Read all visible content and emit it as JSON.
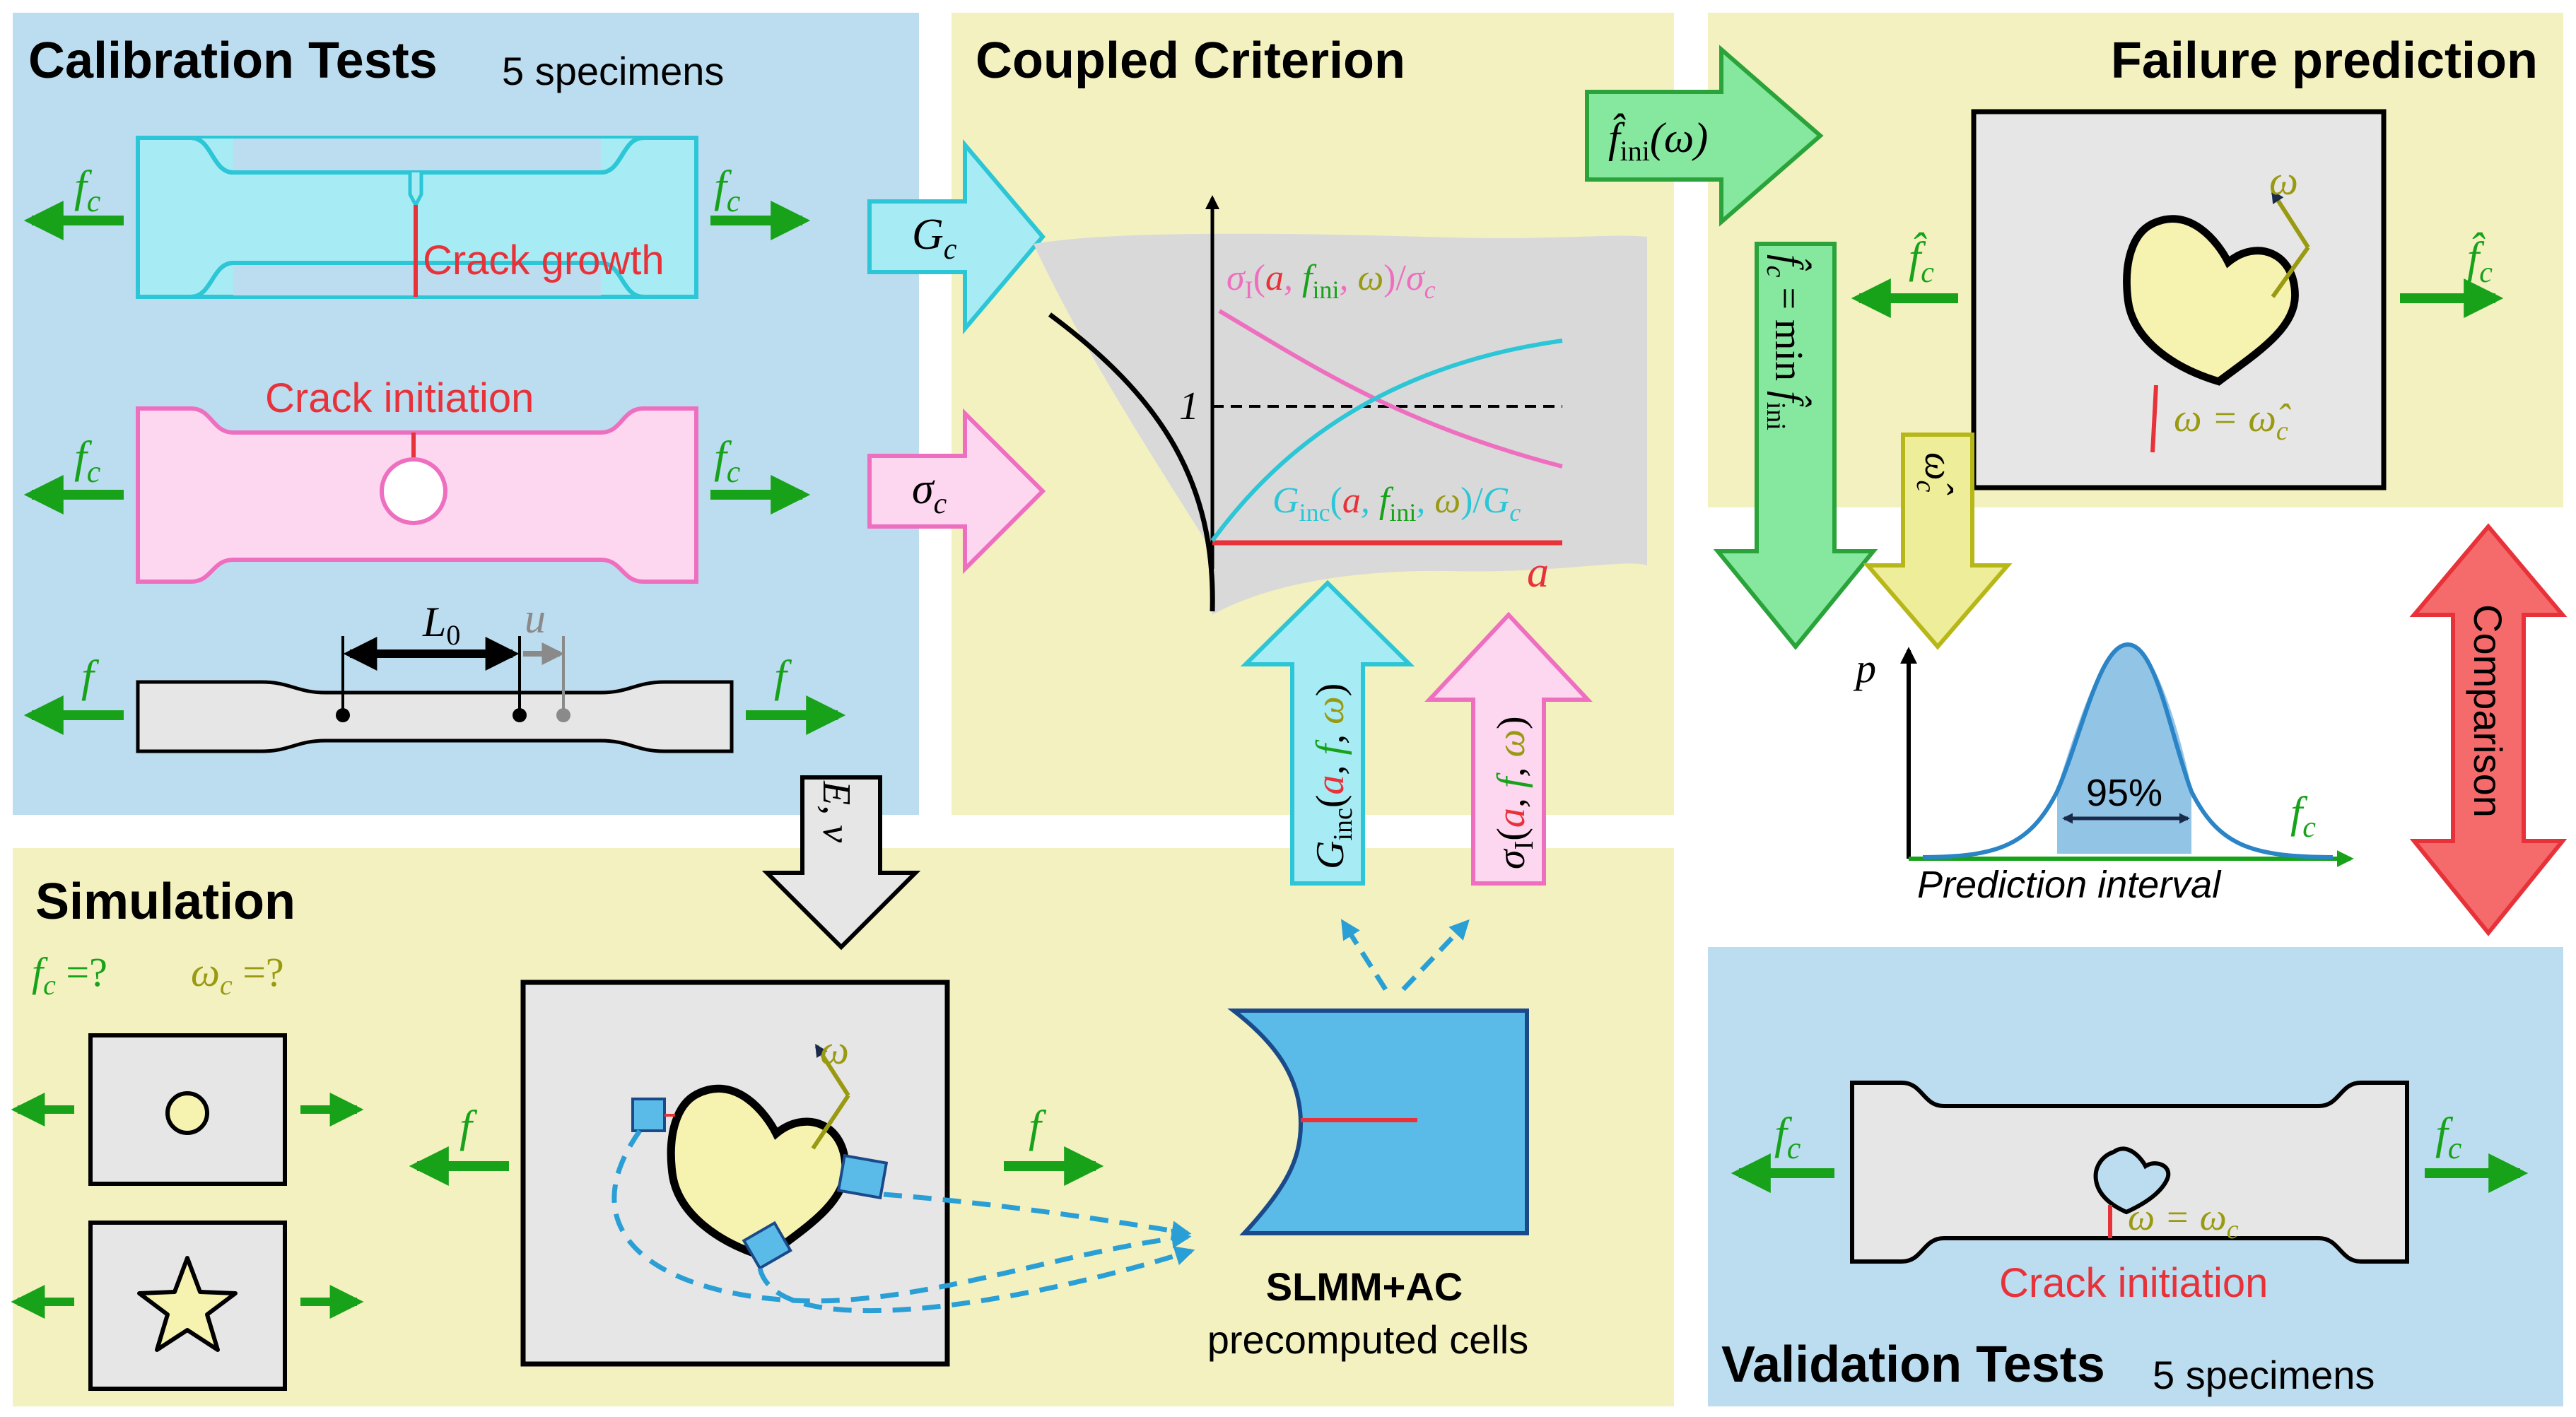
{
  "colors": {
    "blue_panel": "#bcdcef",
    "yellow_panel": "#f3f1bf",
    "cyan_fill": "#a7ecf4",
    "cyan_stroke": "#2cc6d6",
    "pink_fill": "#fdd6f0",
    "pink_stroke": "#ee6fbf",
    "green_fill": "#86e79f",
    "green_stroke": "#2aa33a",
    "olive_fill": "#eeee9a",
    "olive_stroke": "#b7b71a",
    "red": "#e8323a",
    "red_fill": "#f56b6b",
    "arrow_green": "#17a21a",
    "olive_text": "#9a9a12",
    "dash_blue": "#2a9fd6",
    "cell_blue": "#5bbbe8",
    "gray_fill": "#e6e6e6",
    "dist_fill": "#92c4e6",
    "dist_line": "#2a84c6"
  },
  "calibration": {
    "title": "Calibration Tests",
    "subtitle": "5 specimens",
    "crack_growth": "Crack growth",
    "crack_initiation": "Crack initiation",
    "force_fc": "f",
    "sub_c": "c",
    "force_f": "f",
    "L0": "L",
    "L0_sub": "0",
    "u": "u"
  },
  "coupled": {
    "title": "Coupled Criterion",
    "Gc_arrow": "G",
    "Gc_sub": "c",
    "sigma_arrow": "σ",
    "sigma_sub": "c",
    "one": "1",
    "a_label": "a",
    "curve_sigma": {
      "fn": "σ",
      "fn_sub": "I",
      "open": "(",
      "a": "a",
      "comma": ", ",
      "f": "f",
      "f_sub": "ini",
      "comma2": ", ",
      "omega": "ω",
      "close": ")",
      "divide": "/",
      "denom": "σ",
      "denom_sub": "c"
    },
    "curve_G": {
      "fn": "G",
      "fn_sub": "inc",
      "open": "(",
      "a": "a",
      "comma": ", ",
      "f": "f",
      "f_sub": "ini",
      "comma2": ", ",
      "omega": "ω",
      "close": ")",
      "divide": "/",
      "denom": "G",
      "denom_sub": "c"
    },
    "up_arrow_G": {
      "fn": "G",
      "fn_sub": "inc",
      "open": "(",
      "a": "a",
      "comma": ", ",
      "f": "f",
      "comma2": ", ",
      "omega": "ω",
      "close": ")"
    },
    "up_arrow_sigma": {
      "fn": "σ",
      "fn_sub": "I",
      "open": "(",
      "a": "a",
      "comma": ", ",
      "f": "f",
      "comma2": ", ",
      "omega": "ω",
      "close": ")"
    }
  },
  "failure": {
    "title": "Failure prediction",
    "f_ini_arrow": {
      "f": "f̂",
      "sub": "ini",
      "arg": "(ω)"
    },
    "min_arrow": {
      "lhs": "f̂",
      "lhs_sub": "c",
      "eq": " = min ",
      "rhs": "f̂",
      "rhs_sub": "ini"
    },
    "omega_hat_arrow": {
      "sym": "ω̂",
      "sub": "c"
    },
    "fc_hat": "f̂",
    "fc_hat_sub": "c",
    "omega": "ω",
    "omega_eq": "ω = ω̂",
    "omega_eq_sub": "c"
  },
  "distribution": {
    "p_label": "p",
    "percent": "95%",
    "x_label": "f",
    "x_label_sub": "c",
    "caption": "Prediction interval"
  },
  "comparison": {
    "label": "Comparison"
  },
  "simulation": {
    "title": "Simulation",
    "fc_q": "f",
    "fc_q_sub": "c",
    "fc_q_rest": " =?",
    "wc_q": "ω",
    "wc_q_sub": "c",
    "wc_q_rest": " =?",
    "force_f": "f",
    "omega": "ω",
    "slmm": "SLMM+AC",
    "precomputed": "precomputed cells"
  },
  "ev_arrow": {
    "E": "E",
    "comma": ", ",
    "nu": "ν"
  },
  "validation": {
    "title": "Validation Tests",
    "subtitle": "5 specimens",
    "force": "f",
    "force_sub": "c",
    "omega_eq": "ω = ω",
    "omega_eq_sub": "c",
    "crack_initiation": "Crack initiation"
  }
}
